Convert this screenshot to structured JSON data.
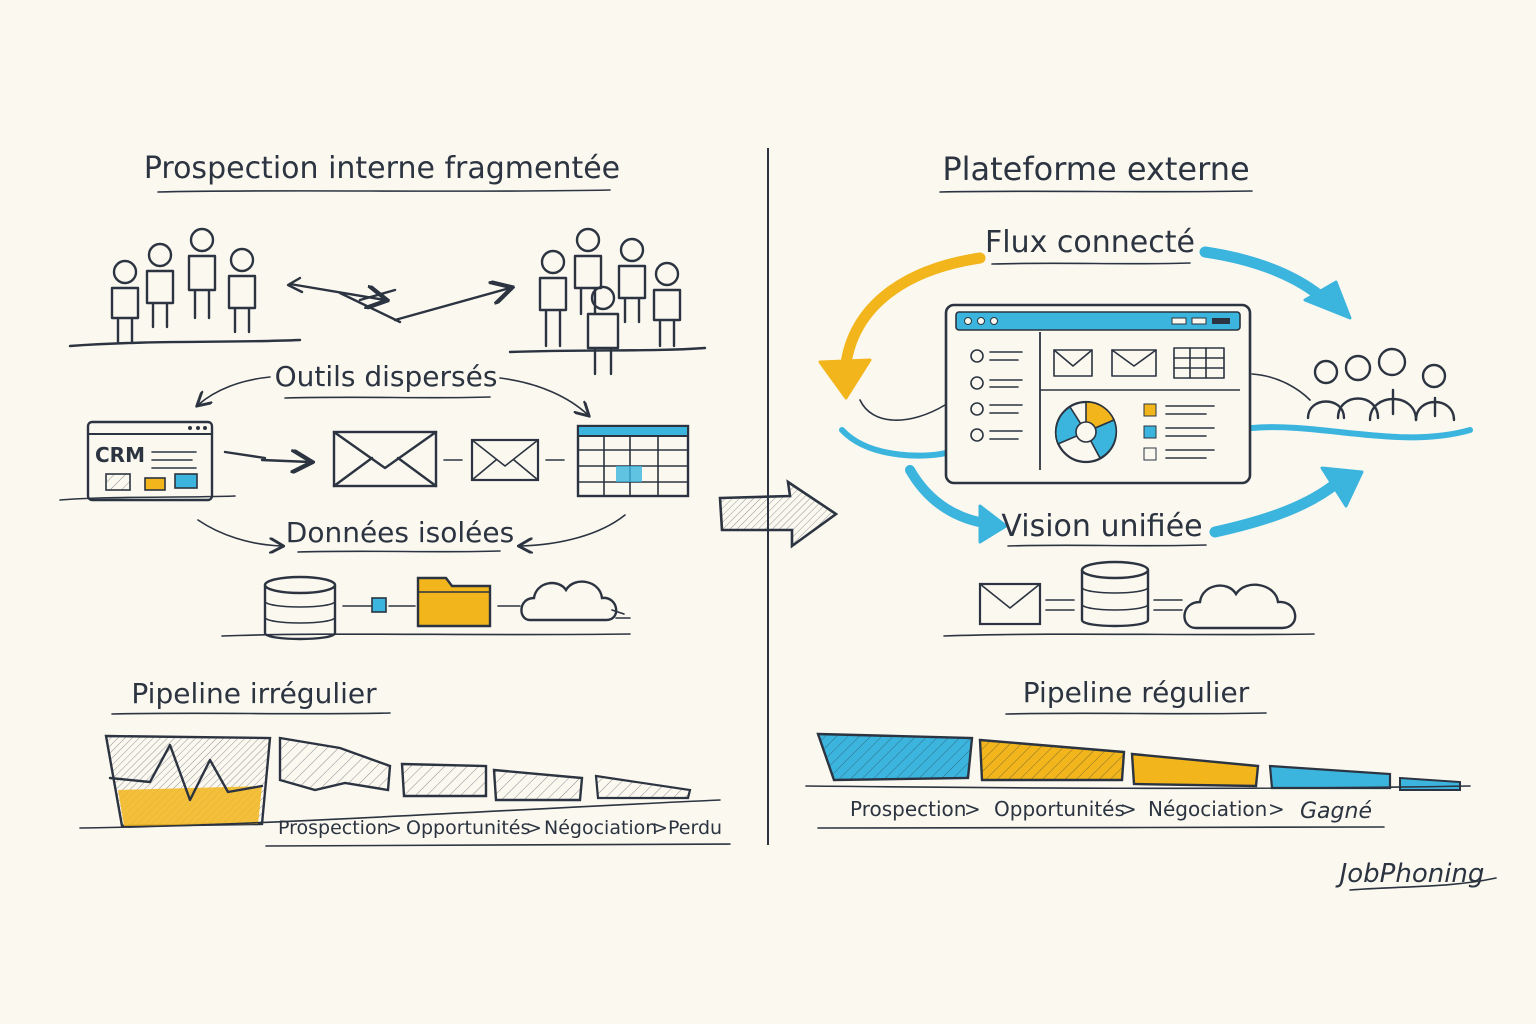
{
  "left": {
    "title": "Prospection interne fragmentée",
    "tools_label": "Outils dispersés",
    "crm_label": "CRM",
    "data_label": "Données isolées",
    "pipeline_title": "Pipeline irrégulier",
    "pipeline_stages": [
      "Prospection",
      "Opportunités",
      "Négociation",
      "Perdu"
    ]
  },
  "right": {
    "title": "Plateforme externe",
    "flow_label": "Flux connecté",
    "vision_label": "Vision unifiée",
    "pipeline_title": "Pipeline régulier",
    "pipeline_stages": [
      "Prospection",
      "Opportunités",
      "Négociation",
      "Gagné"
    ]
  },
  "pipeline_separator": ">",
  "brand": "JobPhoning",
  "colors": {
    "ink": "#2b3440",
    "accent_yellow": "#f2b61c",
    "accent_blue": "#3bb5de",
    "background": "#fbf8f0"
  },
  "icons": [
    "people-group-icon",
    "crossed-arrows-icon",
    "crm-window-icon",
    "envelope-icon",
    "spreadsheet-icon",
    "database-icon",
    "folder-icon",
    "cloud-icon",
    "dashboard-window-icon",
    "pie-chart-icon",
    "big-transition-arrow-icon"
  ]
}
